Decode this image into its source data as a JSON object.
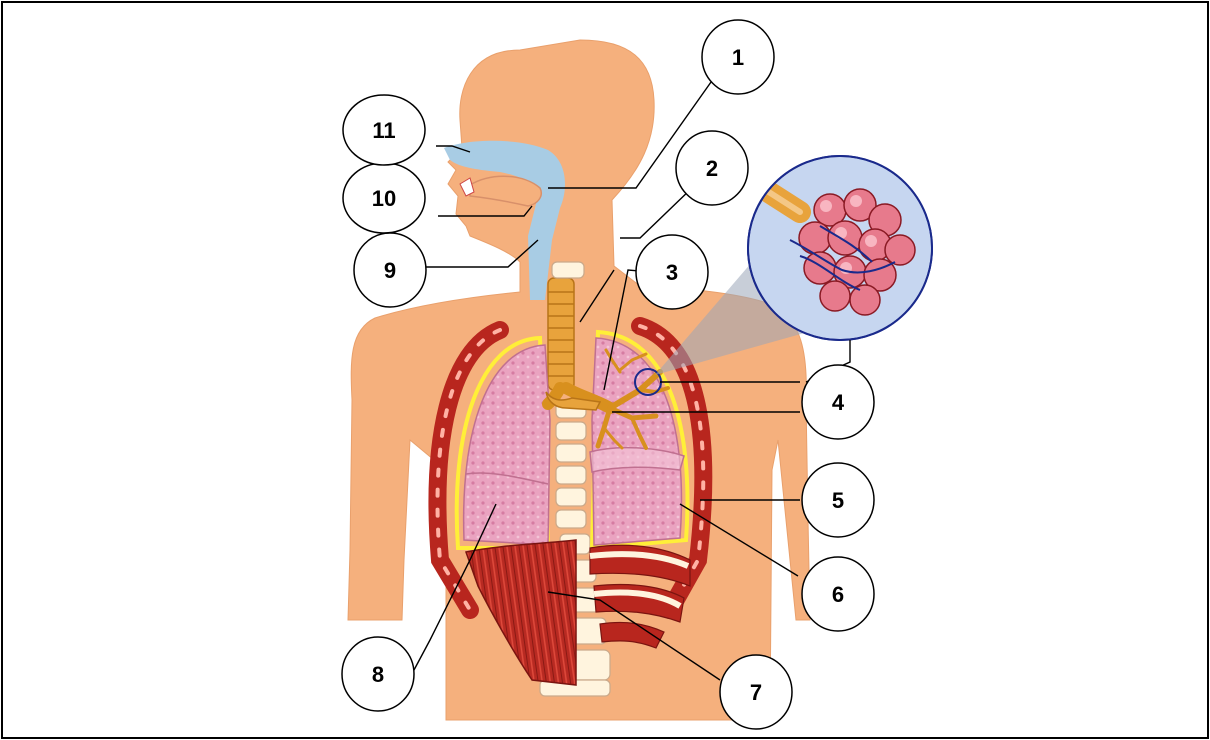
{
  "labels": {
    "l1": "1",
    "l2": "2",
    "l3": "3",
    "l4": "4",
    "l5": "5",
    "l6": "6",
    "l7": "7",
    "l8": "8",
    "l9": "9",
    "l10": "10",
    "l11": "11"
  },
  "colors": {
    "skin": "#f5b07d",
    "airway": "#a8cce4",
    "trachea": "#e8a33c",
    "lung": "#e59ab8",
    "muscle": "#b8261e",
    "bone": "#fff4de",
    "pleura": "#ffef38",
    "capillary": "#1a2a8c"
  }
}
